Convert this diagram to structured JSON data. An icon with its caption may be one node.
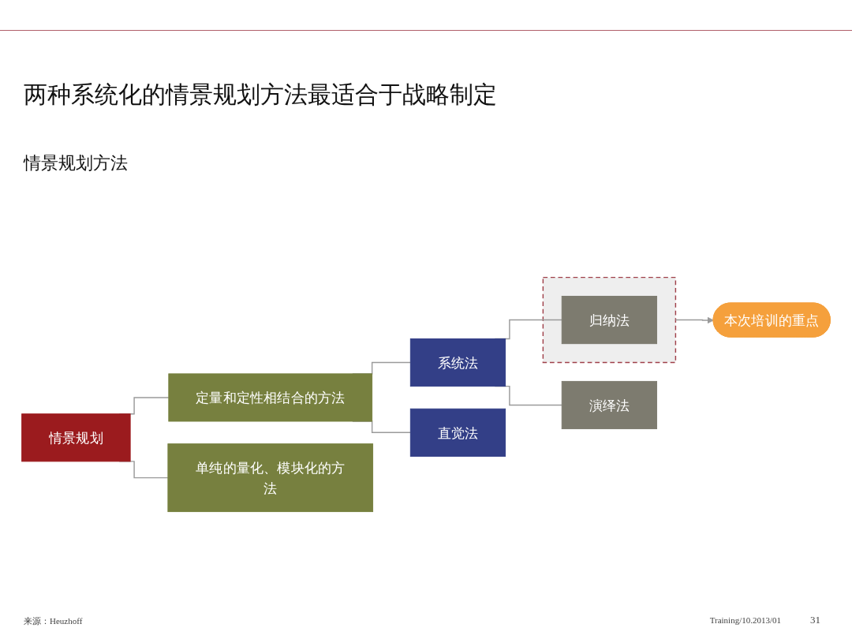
{
  "diagram": {
    "title": "两种系统化的情景规划方法最适合于战略制定",
    "nodes": [
      {
        "text": [
          "情景规划"
        ]
      },
      {
        "text": [
          "定量和定性相结合的方法"
        ]
      },
      {
        "text": [
          "单纯的量化、模块化的方法"
        ]
      },
      {
        "text": [
          "系统法"
        ]
      },
      {
        "text": [
          "直觉法"
        ]
      },
      {
        "text": [
          "演绎法"
        ]
      },
      {
        "text": [],
        "shape": "box"
      },
      {
        "text": [
          "归纳法"
        ],
        "in": 6
      },
      {
        "text": [
          "本次培训的重点"
        ]
      }
    ],
    "edges": [
      {
        "from": 0,
        "to": 1,
        "arrow": "none"
      },
      {
        "from": 0,
        "to": 2,
        "arrow": "none"
      },
      {
        "from": 1,
        "to": 3,
        "arrow": "none"
      },
      {
        "from": 1,
        "to": 4,
        "arrow": "none"
      },
      {
        "from": 3,
        "to": 5,
        "arrow": "none"
      },
      {
        "from": 3,
        "to": 7,
        "arrow": "none"
      },
      {
        "from": 6,
        "to": 8,
        "arrow": "to"
      }
    ],
    "labels": [
      "情景规划方法",
      "来源：Heuzhoff",
      "Training/10.2013/01",
      "31"
    ]
  }
}
